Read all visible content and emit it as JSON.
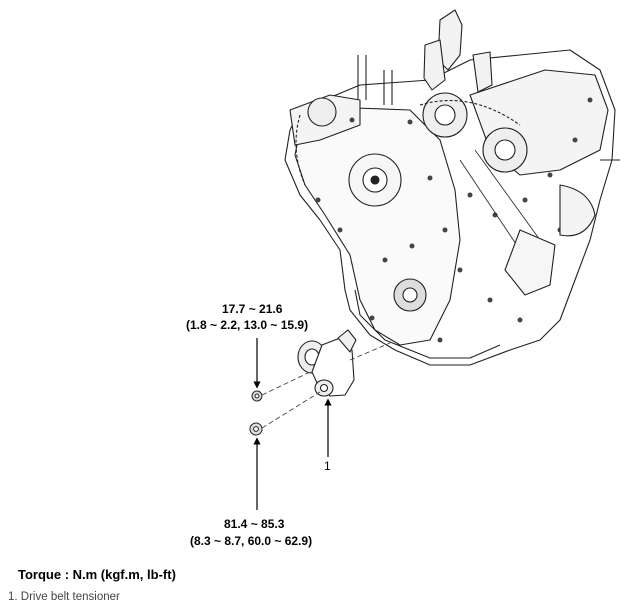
{
  "upper_torque": {
    "nm": "17.7 ~ 21.6",
    "conv": "(1.8 ~ 2.2, 13.0 ~ 15.9)"
  },
  "lower_torque": {
    "nm": "81.4 ~ 85.3",
    "conv": "(8.3 ~ 8.7, 60.0 ~ 62.9)"
  },
  "callout_number": "1",
  "torque_unit_label": "Torque : N.m (kgf.m, lb-ft)",
  "legend_item": "1. Drive belt tensioner"
}
